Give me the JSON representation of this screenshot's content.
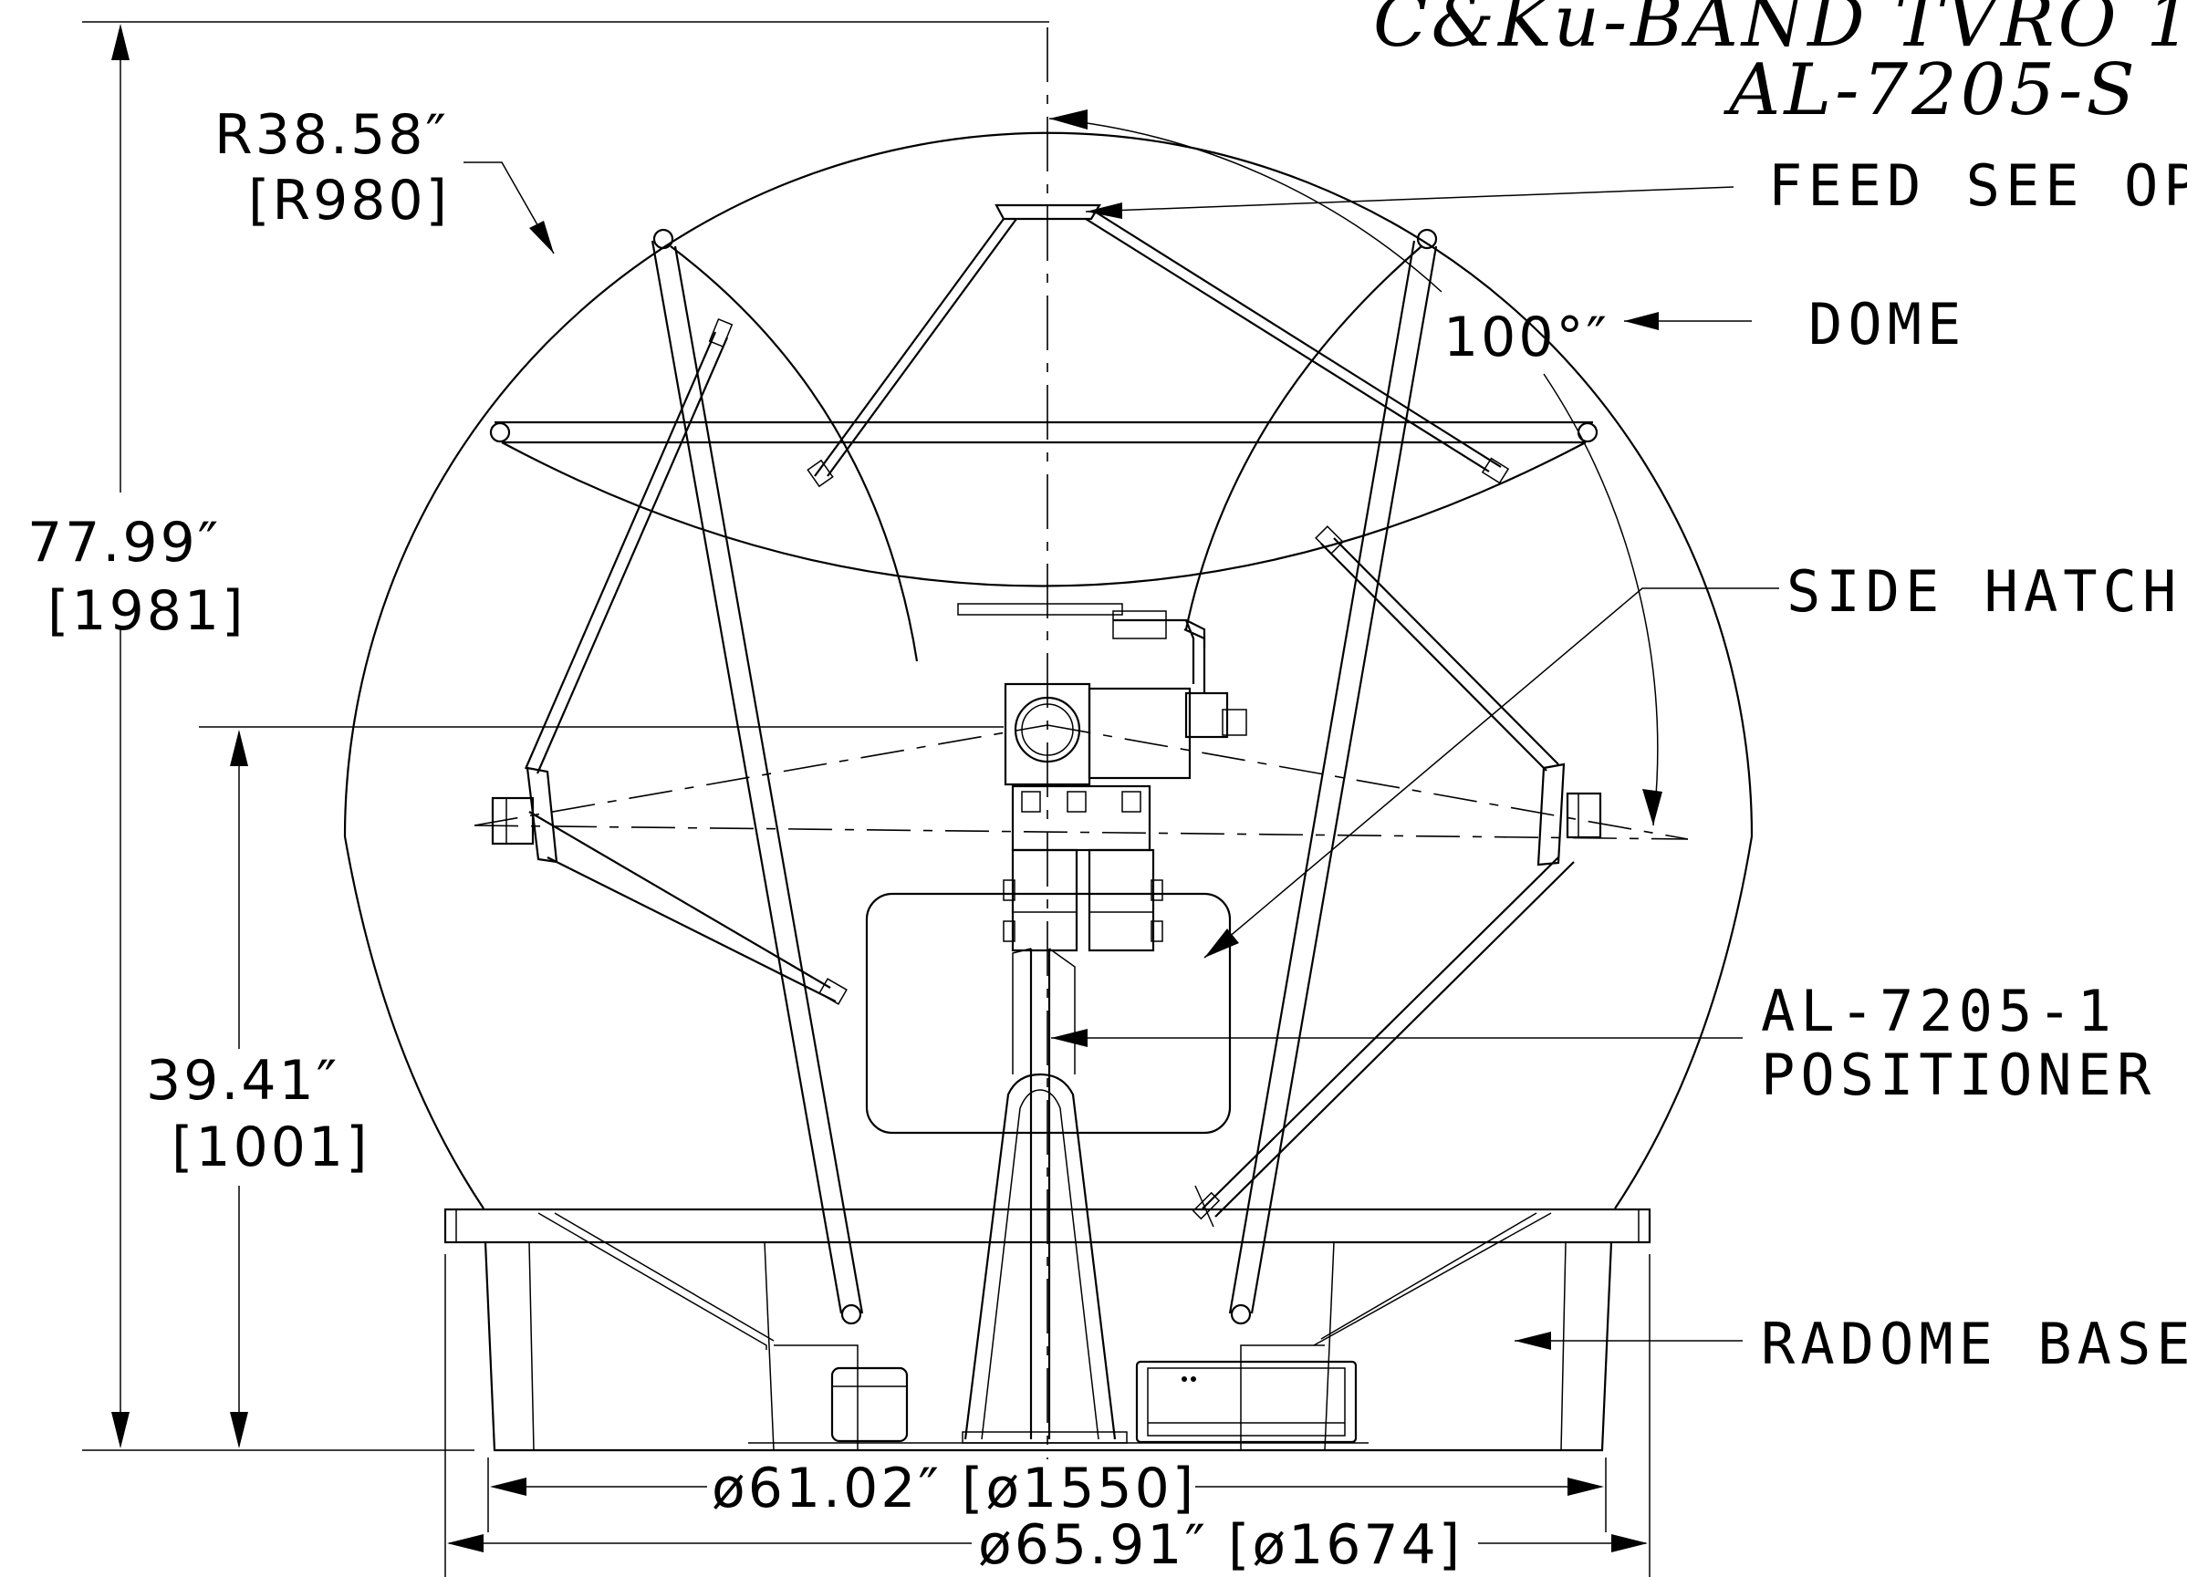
{
  "title": {
    "line1": "C&Ku-BAND TVRO 1.",
    "line2": "AL-7205-S"
  },
  "callouts": {
    "feed": "FEED SEE OP",
    "dome": "DOME",
    "side_hatch": "SIDE HATCH",
    "positioner_line1": "AL-7205-1",
    "positioner_line2": "POSITIONER",
    "radome_base": "RADOME BASE"
  },
  "dimensions": {
    "radius_in": "R38.58″",
    "radius_mm": "[R980]",
    "angle": "100°″",
    "height_in": "77.99″",
    "height_mm": "[1981]",
    "center_height_in": "39.41″",
    "center_height_mm": "[1001]",
    "inner_diameter": "ø61.02″ [ø1550]",
    "outer_diameter": "ø65.91″ [ø1674]"
  }
}
